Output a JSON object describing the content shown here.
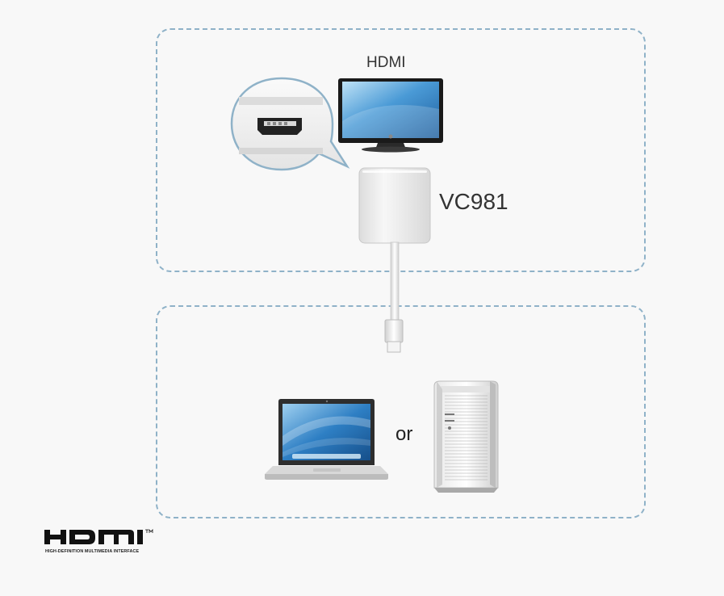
{
  "labels": {
    "port_type": "HDMI",
    "adapter_model": "VC981",
    "alternative": "or"
  },
  "logo": {
    "wordmark": "HDMI",
    "tagline": "HIGH-DEFINITION MULTIMEDIA INTERFACE"
  },
  "colors": {
    "dashed_border": "#8fb2c8",
    "screen_blue": "#3a86c8",
    "adapter_body": "#f2f2f2",
    "background": "#f8f8f8"
  }
}
